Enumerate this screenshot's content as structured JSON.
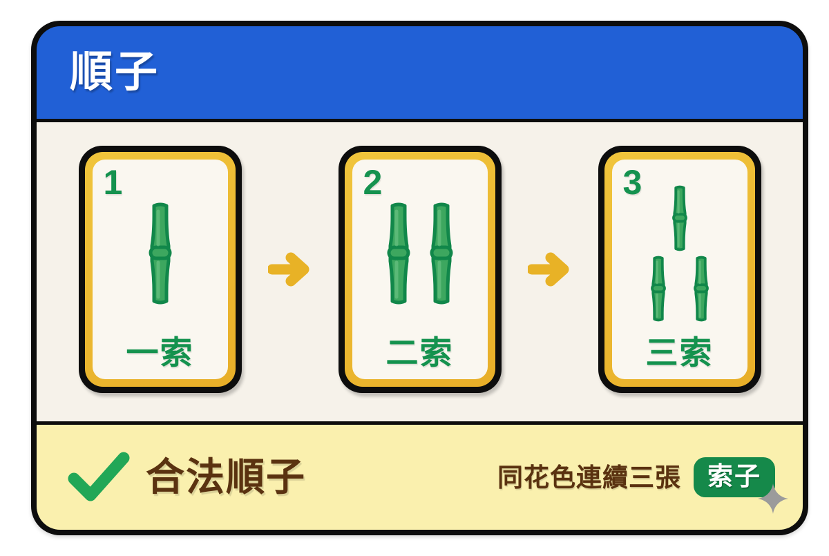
{
  "header": {
    "title": "順子"
  },
  "colors": {
    "header_blue": "#2160d6",
    "frame_black": "#0d0d0d",
    "body_cream": "#f6f2ea",
    "tile_gold": "#eec43a",
    "tile_face": "#faf7f0",
    "bamboo_green": "#3da75f",
    "bamboo_outline": "#11874a",
    "label_green": "#14924e",
    "footer_yellow": "#faf0ae",
    "footer_brown": "#5a3210",
    "badge_green": "#15894a",
    "arrow_gold": "#e8b226",
    "check_green": "#22a757",
    "sparkle_gray": "#9b9b9b"
  },
  "tiles": [
    {
      "number": "1",
      "label": "一索",
      "bamboo_count": 1,
      "layout": "single"
    },
    {
      "number": "2",
      "label": "二索",
      "bamboo_count": 2,
      "layout": "pair"
    },
    {
      "number": "3",
      "label": "三索",
      "bamboo_count": 3,
      "layout": "triangle"
    }
  ],
  "arrows": [
    {
      "icon": "arrow-right-icon"
    },
    {
      "icon": "arrow-right-icon"
    }
  ],
  "footer": {
    "check_icon": "checkmark-icon",
    "verdict": "合法順子",
    "note": "同花色連續三張",
    "badge": "索子"
  },
  "decoration": {
    "sparkle_icon": "sparkle-icon"
  }
}
